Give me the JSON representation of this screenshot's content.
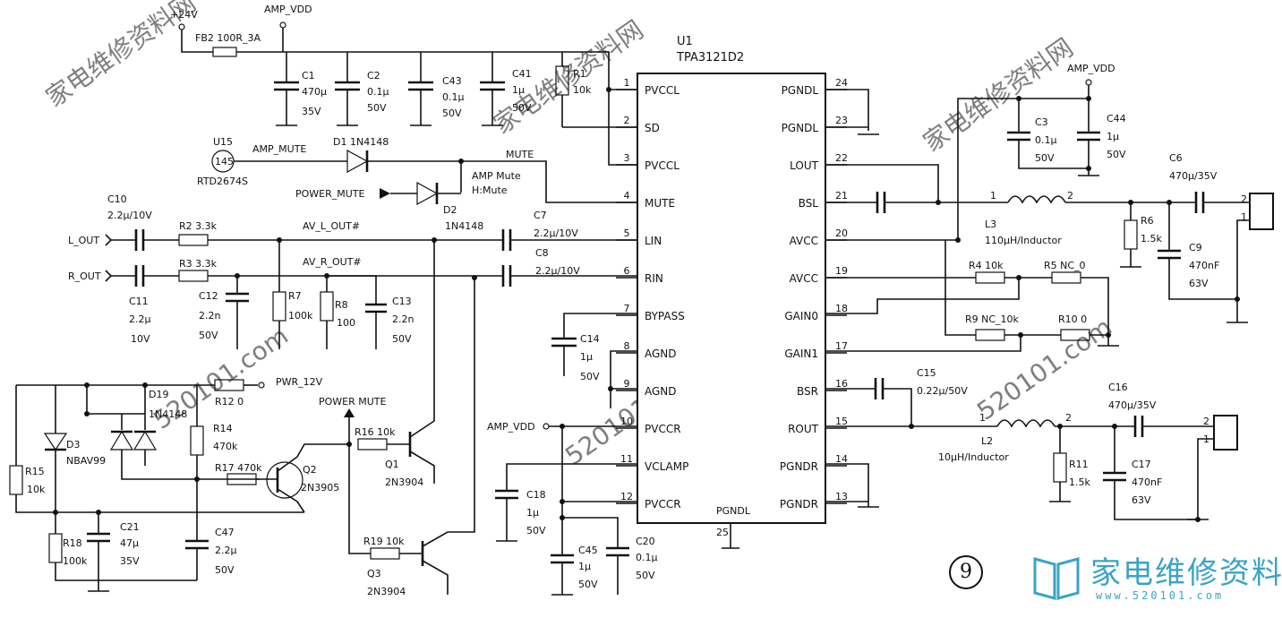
{
  "diagram": {
    "ic": {
      "ref": "U1",
      "part": "TPA3121D2",
      "bottom_pin_name": "PGNDL",
      "bottom_pin_num": "25"
    },
    "left_pins": [
      {
        "num": "1",
        "name": "PVCCL"
      },
      {
        "num": "2",
        "name": "SD"
      },
      {
        "num": "3",
        "name": "PVCCL"
      },
      {
        "num": "4",
        "name": "MUTE"
      },
      {
        "num": "5",
        "name": "LIN"
      },
      {
        "num": "6",
        "name": "RIN"
      },
      {
        "num": "7",
        "name": "BYPASS"
      },
      {
        "num": "8",
        "name": "AGND"
      },
      {
        "num": "9",
        "name": "AGND"
      },
      {
        "num": "10",
        "name": "PVCCR"
      },
      {
        "num": "11",
        "name": "VCLAMP"
      },
      {
        "num": "12",
        "name": "PVCCR"
      }
    ],
    "right_pins": [
      {
        "num": "24",
        "name": "PGNDL"
      },
      {
        "num": "23",
        "name": "PGNDL"
      },
      {
        "num": "22",
        "name": "LOUT"
      },
      {
        "num": "21",
        "name": "BSL"
      },
      {
        "num": "20",
        "name": "AVCC"
      },
      {
        "num": "19",
        "name": "AVCC"
      },
      {
        "num": "18",
        "name": "GAIN0"
      },
      {
        "num": "17",
        "name": "GAIN1"
      },
      {
        "num": "16",
        "name": "BSR"
      },
      {
        "num": "15",
        "name": "ROUT"
      },
      {
        "num": "14",
        "name": "PGNDR"
      },
      {
        "num": "13",
        "name": "PGNDR"
      }
    ],
    "nets": {
      "v24": "+24V",
      "amp_vdd": "AMP_VDD",
      "amp_vdd_right": "AMP_VDD",
      "amp_vdd_10": "AMP_VDD",
      "amp_mute": "AMP_MUTE",
      "power_mute": "POWER_MUTE",
      "mute": "MUTE",
      "amp_mute_note_1": "AMP Mute",
      "amp_mute_note_2": "H:Mute",
      "l_out": "L_OUT",
      "r_out": "R_OUT",
      "av_l": "AV_L_OUT#",
      "av_r": "AV_R_OUT#",
      "pwr12": "PWR_12V",
      "power_mute_2": "POWER MUTE"
    },
    "components": {
      "fb2": "FB2 100R_3A",
      "c1": [
        "C1",
        "470µ",
        "35V"
      ],
      "c2": [
        "C2",
        "0.1µ",
        "50V"
      ],
      "c43": [
        "C43",
        "0.1µ",
        "50V"
      ],
      "c41": [
        "C41",
        "1µ",
        "50V"
      ],
      "r1": [
        "R1",
        "10k"
      ],
      "u15": "U15",
      "u15_body": "145",
      "u15_part": "RTD2674S",
      "d1": "D1 1N4148",
      "d2": "D2",
      "d2_part": "1N4148",
      "c10": [
        "C10",
        "2.2µ/10V"
      ],
      "r2": "R2 3.3k",
      "r3": "R3 3.3k",
      "c11": [
        "C11",
        "2.2µ",
        "10V"
      ],
      "c12": [
        "C12",
        "2.2n",
        "50V"
      ],
      "r7": [
        "R7",
        "100k"
      ],
      "r8": [
        "R8",
        "100"
      ],
      "c13": [
        "C13",
        "2.2n",
        "50V"
      ],
      "c7": [
        "C7",
        "2.2µ/10V"
      ],
      "c8": [
        "C8",
        "2.2µ/10V"
      ],
      "c14": [
        "C14",
        "1µ",
        "50V"
      ],
      "d19": [
        "D19",
        "1N4148"
      ],
      "d3": [
        "D3",
        "NBAV99"
      ],
      "r12": "R12 0",
      "r14": [
        "R14",
        "470k"
      ],
      "r15": [
        "R15",
        "10k"
      ],
      "r17": "R17 470k",
      "q2": [
        "Q2",
        "2N3905"
      ],
      "r16": "R16 10k",
      "q1": [
        "Q1",
        "2N3904"
      ],
      "r19": "R19 10k",
      "q3": [
        "Q3",
        "2N3904"
      ],
      "r18": [
        "R18",
        "100k"
      ],
      "c21": [
        "C21",
        "47µ",
        "35V"
      ],
      "c47": [
        "C47",
        "2.2µ",
        "50V"
      ],
      "c18": [
        "C18",
        "1µ",
        "50V"
      ],
      "c45": [
        "C45",
        "1µ",
        "50V"
      ],
      "c20": [
        "C20",
        "0.1µ",
        "50V"
      ],
      "c3": [
        "C3",
        "0.1µ",
        "50V"
      ],
      "c44": [
        "C44",
        "1µ",
        "50V"
      ],
      "c6": "C6",
      "c6_val": "470µ/35V",
      "l3": [
        "L3",
        "110µH/Inductor"
      ],
      "r6": [
        "R6",
        "1.5k"
      ],
      "c9": [
        "C9",
        "470nF",
        "63V"
      ],
      "r4": "R4 10k",
      "r5": "R5 NC_0",
      "r9": "R9 NC_10k",
      "r10": "R10 0",
      "c15": [
        "C15",
        "0.22µ/50V"
      ],
      "l2": [
        "L2",
        "10µH/Inductor"
      ],
      "r11": [
        "R11",
        "1.5k"
      ],
      "c17": [
        "C17",
        "470nF",
        "63V"
      ],
      "c16": "C16",
      "c16_val": "470µ/35V",
      "inductor_pin1": "1",
      "inductor_pin2": "2",
      "conn_pin1": "1",
      "conn_pin2": "2"
    },
    "figure_number": "9"
  },
  "watermarks": [
    "家电维修资料网",
    "520101.com"
  ],
  "logo": {
    "text": "家电维修资料网",
    "url": "www.520101.com",
    "color": "#3aa3c7"
  }
}
